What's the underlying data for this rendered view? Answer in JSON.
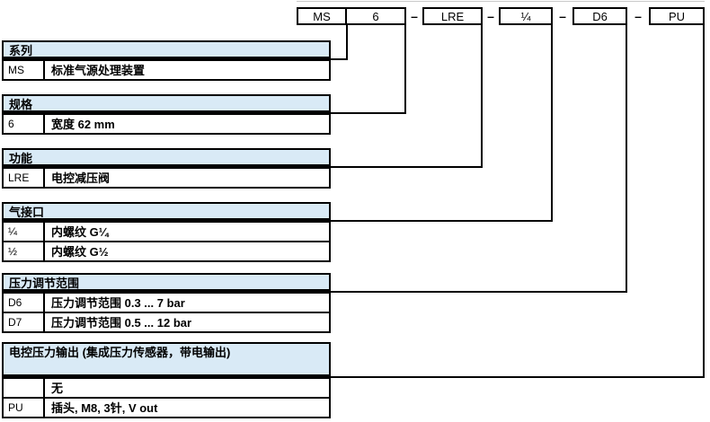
{
  "separator": "–",
  "colors": {
    "header_bg": "#d9eaf6",
    "line": "#000000"
  },
  "code_boxes": [
    {
      "code": "MS"
    },
    {
      "code": "6"
    },
    {
      "code": "LRE"
    },
    {
      "code": "¼"
    },
    {
      "code": "D6"
    },
    {
      "code": "PU"
    }
  ],
  "sections": [
    {
      "title": "系列",
      "rows": [
        {
          "code": "MS",
          "desc": "标准气源处理装置"
        }
      ]
    },
    {
      "title": "规格",
      "rows": [
        {
          "code": "6",
          "desc": "宽度 62 mm"
        }
      ]
    },
    {
      "title": "功能",
      "rows": [
        {
          "code": "LRE",
          "desc": "电控减压阀"
        }
      ]
    },
    {
      "title": "气接口",
      "rows": [
        {
          "code": "¼",
          "desc": "内螺纹 G¼"
        },
        {
          "code": "½",
          "desc": "内螺纹 G½"
        }
      ]
    },
    {
      "title": "压力调节范围",
      "rows": [
        {
          "code": "D6",
          "desc": "压力调节范围 0.3 ... 7 bar"
        },
        {
          "code": "D7",
          "desc": "压力调节范围 0.5 ... 12 bar"
        }
      ]
    },
    {
      "title": "电控压力输出 (集成压力传感器，带电输出)",
      "rows": [
        {
          "code": "",
          "desc": "无"
        },
        {
          "code": "PU",
          "desc": "插头, M8, 3针, V out"
        }
      ]
    }
  ]
}
